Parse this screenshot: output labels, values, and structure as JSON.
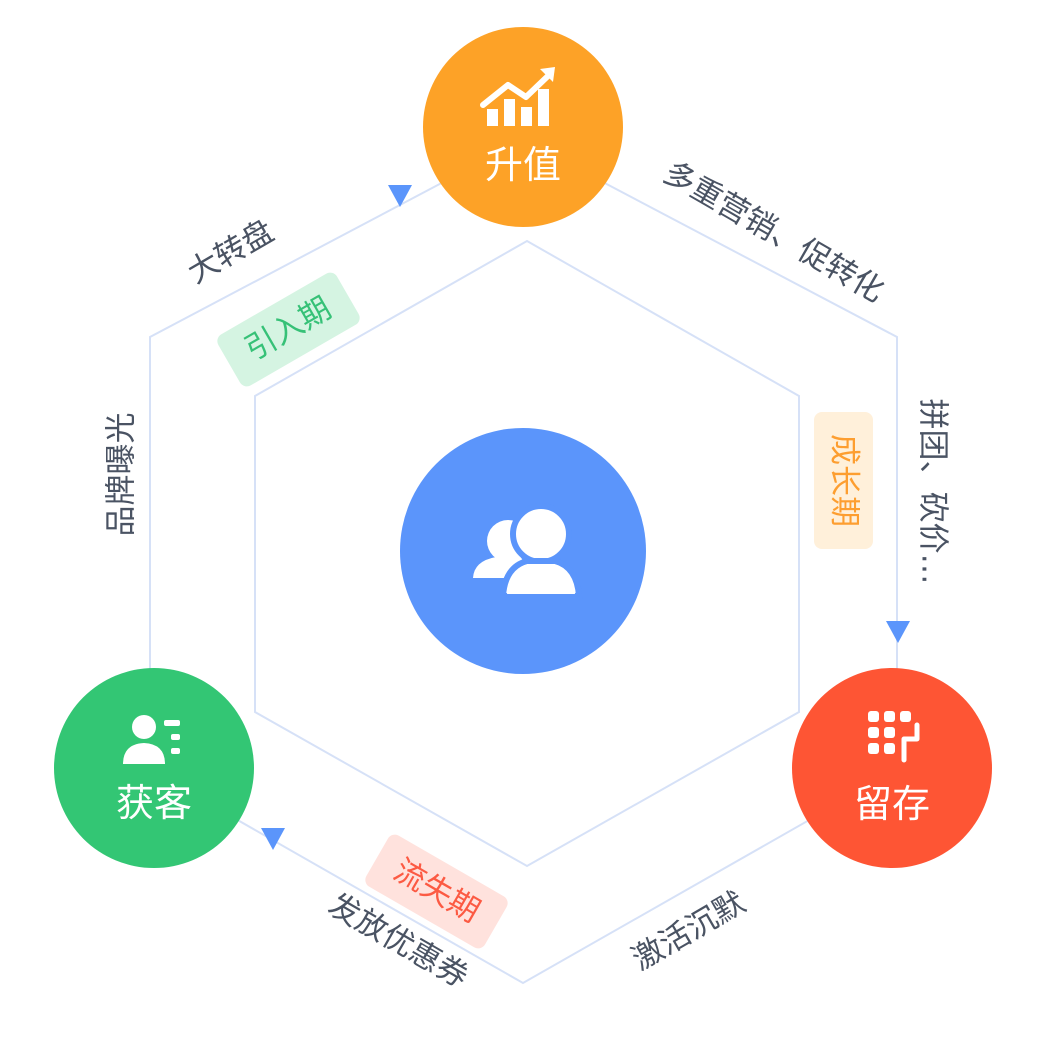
{
  "colors": {
    "center": "#5b95fb",
    "shengzhi": "#fda227",
    "huoke": "#33c674",
    "liucun": "#fe5534",
    "line": "#d6e1f7",
    "arrow": "#5b95fb",
    "label_text": "#4a5363"
  },
  "center": {
    "icon": "users-icon"
  },
  "nodes": {
    "top": {
      "label": "升值",
      "icon": "chart-up-icon"
    },
    "left": {
      "label": "获客",
      "icon": "user-card-icon"
    },
    "right": {
      "label": "留存",
      "icon": "grid-dots-icon"
    }
  },
  "edge_labels": {
    "top_right": "多重营销、促转化",
    "right": "拼团、砍价…",
    "bottom_right": "激活沉默",
    "bottom_left": "发放优惠券",
    "left": "品牌曝光",
    "top_left": "大转盘"
  },
  "phases": {
    "introduction": {
      "label": "引入期",
      "text_color": "#36c177",
      "bg_color": "#d5f4e2"
    },
    "growth": {
      "label": "成长期",
      "text_color": "#fd9e30",
      "bg_color": "#fff0da"
    },
    "churn": {
      "label": "流失期",
      "text_color": "#fc5a43",
      "bg_color": "#ffe2dd"
    }
  }
}
